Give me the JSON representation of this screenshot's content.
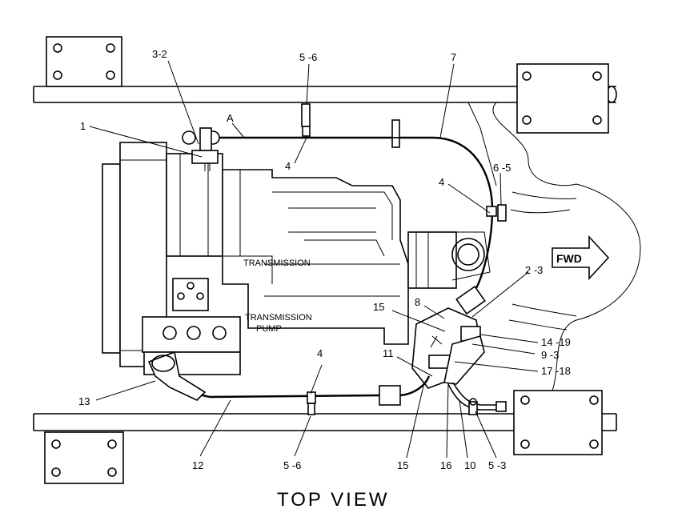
{
  "title": "TOP VIEW",
  "direction_label": "FWD",
  "component_labels": {
    "transmission": "TRANSMISSION",
    "pump_line1": "TRANSMISSION",
    "pump_line2": "PUMP"
  },
  "callouts": [
    "3-2",
    "5 -6",
    "7",
    "A",
    "1",
    "4",
    "4",
    "6 -5",
    "2 -3",
    "8",
    "15",
    "14 -19",
    "9 -3",
    "11",
    "17 -18",
    "4",
    "13",
    "12",
    "5 -6",
    "15",
    "16",
    "10",
    "5 -3"
  ]
}
